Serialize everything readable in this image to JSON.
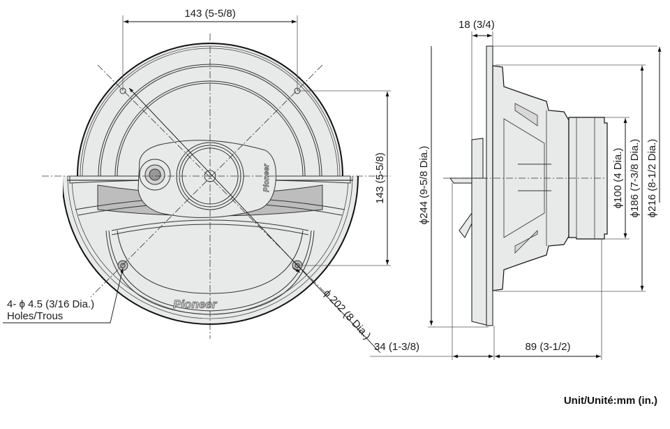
{
  "diagram": {
    "subject": "Coaxial car speaker dimension drawing",
    "brand_logo": "Pioneer",
    "unit_label": "Unit/Unité:mm (in.)",
    "colors": {
      "line": "#1a1a1a",
      "dim_line": "#555555",
      "body_fill": "#e8e9e9",
      "shade_fill": "#bdbdbd"
    },
    "front_view": {
      "top_width": "143 (5-5/8)",
      "right_height": "143 (5-5/8)",
      "diameter": "ϕ 202 (8 Dia.)",
      "holes_line1": "4- ϕ 4.5 (3/16 Dia.)",
      "holes_line2": "Holes/Trous"
    },
    "side_view": {
      "flange_depth": "18 (3/4)",
      "overall_dia": "ϕ244 (9-5/8 Dia.)",
      "magnet_dia": "ϕ100 (4 Dia.)",
      "cutout_dia": "ϕ186 (7-3/8 Dia.)",
      "basket_dia": "ϕ216 (8-1/2 Dia.)",
      "grille_depth": "34 (1-3/8)",
      "mount_depth": "89 (3-1/2)"
    }
  }
}
